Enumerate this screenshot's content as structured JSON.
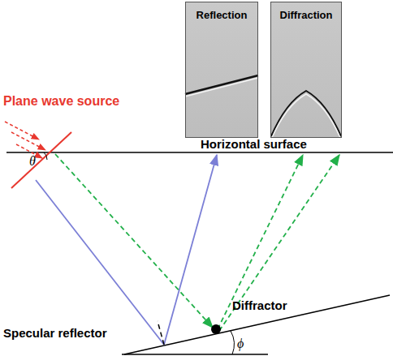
{
  "diagram": {
    "nodes": [
      {
        "text": [
          "Reflection"
        ]
      },
      {
        "text": [
          "Diffraction"
        ]
      }
    ],
    "labels": [
      "Plane wave source",
      "Horizontal surface",
      "θ",
      "Diffractor",
      "Specular reflector",
      "ϕ"
    ]
  }
}
